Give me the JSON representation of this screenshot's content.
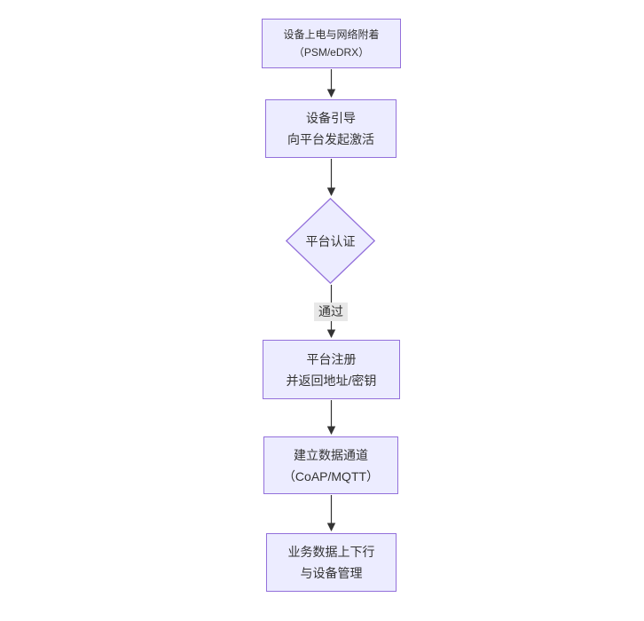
{
  "diagram": {
    "type": "flowchart",
    "direction": "top-down",
    "background": "#ffffff",
    "colors": {
      "node_fill": "#ececff",
      "node_border": "#9370db",
      "edge_line": "#333333",
      "edge_label_bg": "#e8e8e8",
      "text": "#333333"
    },
    "nodes": [
      {
        "id": "device-power-attach",
        "shape": "rect",
        "lines": [
          "设备上电与网络附着",
          "（PSM/eDRX）"
        ]
      },
      {
        "id": "device-bootstrap",
        "shape": "rect",
        "lines": [
          "设备引导",
          "向平台发起激活"
        ]
      },
      {
        "id": "platform-auth",
        "shape": "diamond",
        "lines": [
          "平台认证"
        ]
      },
      {
        "id": "platform-register",
        "shape": "rect",
        "lines": [
          "平台注册",
          "并返回地址/密钥"
        ]
      },
      {
        "id": "data-channel",
        "shape": "rect",
        "lines": [
          "建立数据通道",
          "（CoAP/MQTT）"
        ]
      },
      {
        "id": "business-data",
        "shape": "rect",
        "lines": [
          "业务数据上下行",
          "与设备管理"
        ]
      }
    ],
    "edges": [
      {
        "from": "device-power-attach",
        "to": "device-bootstrap",
        "label": ""
      },
      {
        "from": "device-bootstrap",
        "to": "platform-auth",
        "label": ""
      },
      {
        "from": "platform-auth",
        "to": "platform-register",
        "label": "通过"
      },
      {
        "from": "platform-register",
        "to": "data-channel",
        "label": ""
      },
      {
        "from": "data-channel",
        "to": "business-data",
        "label": ""
      }
    ]
  }
}
